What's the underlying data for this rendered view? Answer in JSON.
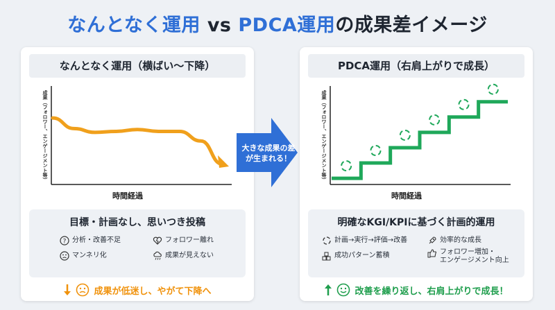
{
  "title": {
    "part1": "なんとなく運用 ",
    "part2": "vs ",
    "part3": "PDCA運用",
    "part4": "の成果差イメージ"
  },
  "left": {
    "heading": "なんとなく運用（横ばい〜下降）",
    "ylabel": "成果（フォロワー、エンゲージメント等）",
    "xlabel": "時間経過",
    "info_title": "目標・計画なし、思いつき投稿",
    "items": [
      "分析・改善不足",
      "フォロワー離れ",
      "マンネリ化",
      "成果が見えない"
    ],
    "bottom": "成果が低迷し、やがて下降へ"
  },
  "arrow": {
    "line1": "大きな成果の差",
    "line2": "が生まれる！"
  },
  "right": {
    "heading": "PDCA運用（右肩上がりで成長）",
    "ylabel": "成果（フォロワー、エンゲージメント等）",
    "xlabel": "時間経過",
    "info_title": "明確なKGI/KPIに基づく計画的運用",
    "items": [
      "計画→実行→評価→改善",
      "効率的な成長",
      "成功パターン蓄積",
      "フォロワー増加・",
      "エンゲージメント向上"
    ],
    "bottom": "改善を繰り返し、右肩上がりで成長！"
  },
  "colors": {
    "blue": "#2f6fd6",
    "orange": "#f0a01c",
    "green": "#1fa85a"
  },
  "chart_data": [
    {
      "type": "line",
      "x": [
        0,
        1,
        2,
        3,
        4,
        5,
        6,
        7,
        8
      ],
      "y": [
        0.68,
        0.57,
        0.53,
        0.54,
        0.56,
        0.54,
        0.54,
        0.44,
        0.2
      ],
      "xlabel": "時間経過",
      "ylabel": "成果（フォロワー、エンゲージメント等）",
      "trend": "flat-then-decline",
      "grid": false
    },
    {
      "type": "line",
      "steps": 6,
      "y": [
        0.05,
        0.21,
        0.37,
        0.53,
        0.69,
        0.85
      ],
      "xlabel": "時間経過",
      "ylabel": "成果（フォロワー、エンゲージメント等）",
      "trend": "staircase-up",
      "markers": "cycle-icon",
      "grid": false
    }
  ]
}
